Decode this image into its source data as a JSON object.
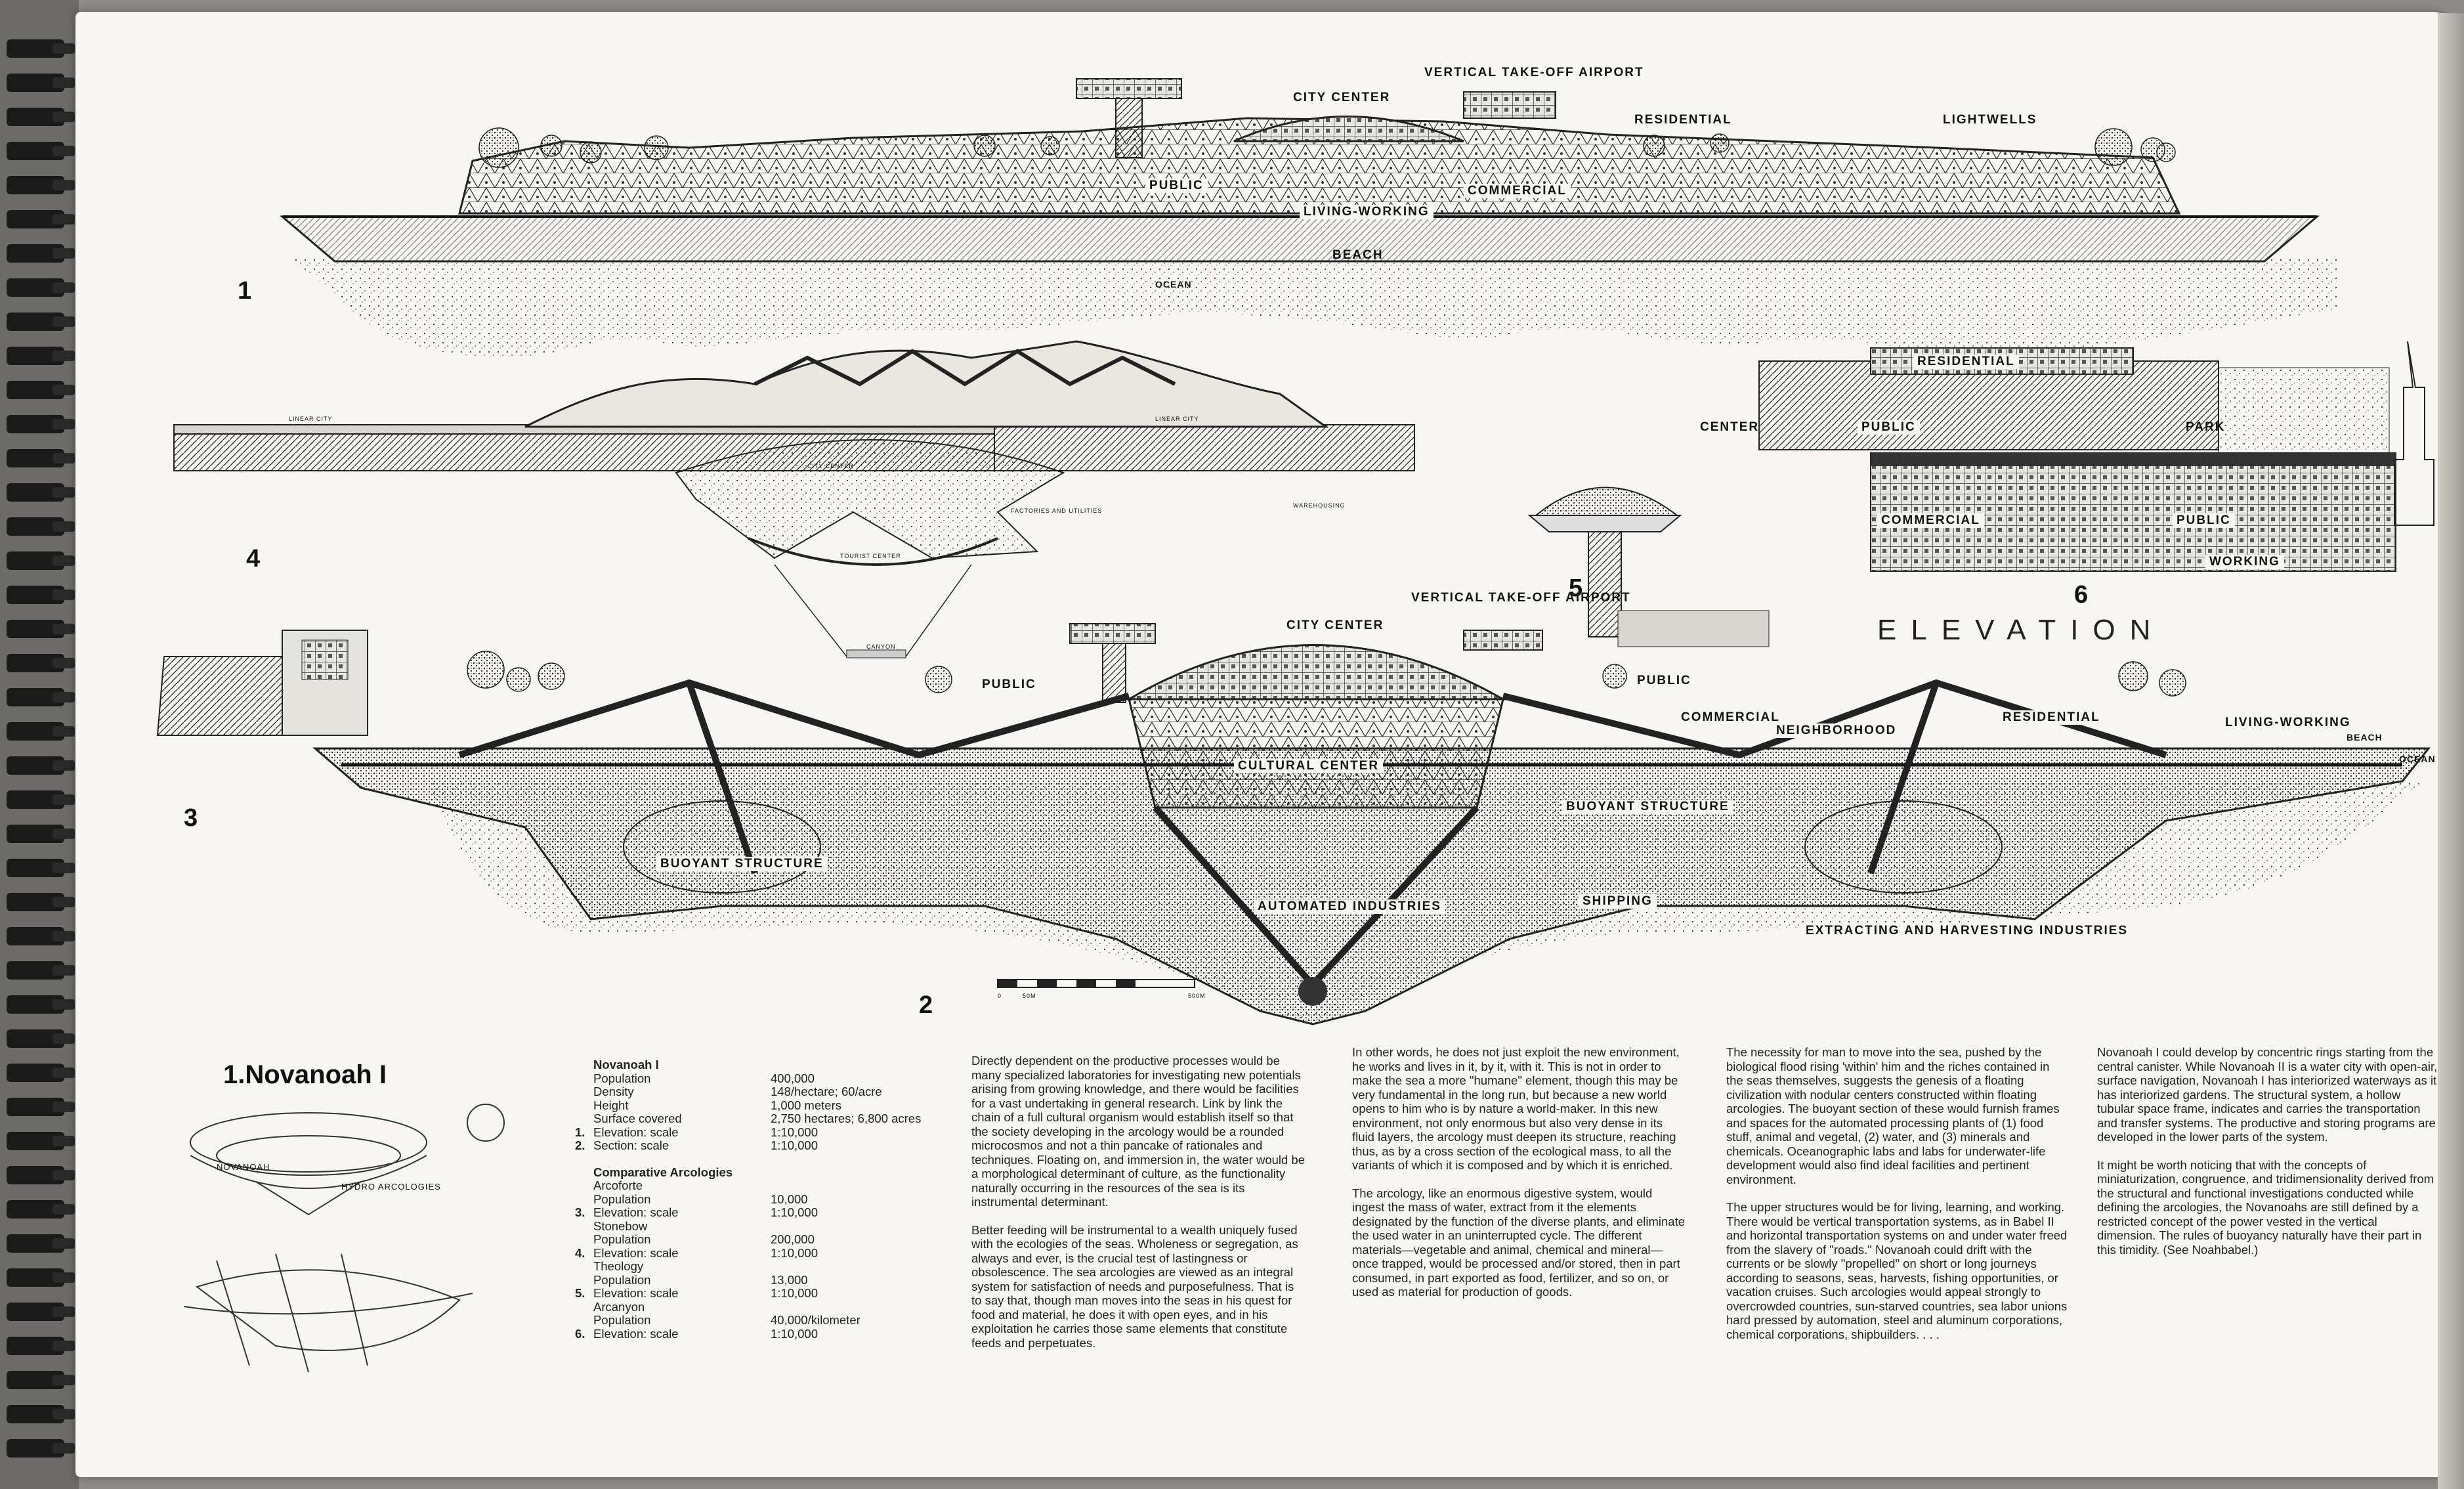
{
  "book": {
    "heading": "1.Novanoah I"
  },
  "figure_numbers": [
    "1",
    "2",
    "3",
    "4",
    "5",
    "6"
  ],
  "labels": {
    "fig1": {
      "vertical_takeoff_airport": "VERTICAL TAKE-OFF AIRPORT",
      "city_center": "CITY CENTER",
      "residential": "RESIDENTIAL",
      "lightwells": "LIGHTWELLS",
      "public": "PUBLIC",
      "commercial": "COMMERCIAL",
      "living_working": "LIVING-WORKING",
      "beach": "BEACH",
      "ocean": "OCEAN"
    },
    "fig4": {
      "linear_city_left": "LINEAR CITY",
      "linear_city_right": "LINEAR CITY",
      "city_center": "CITY CENTER",
      "factories": "FACTORIES AND UTILITIES",
      "warehousing": "WAREHOUSING",
      "tourist_center": "TOURIST CENTER",
      "canyon": "CANYON"
    },
    "fig6": {
      "residential": "RESIDENTIAL",
      "center": "CENTER",
      "public_top": "PUBLIC",
      "park": "PARK",
      "commercial": "COMMERCIAL",
      "public_bottom": "PUBLIC",
      "working": "WORKING",
      "elevation": "ELEVATION"
    },
    "fig2": {
      "vertical_takeoff_airport": "VERTICAL TAKE-OFF AIRPORT",
      "city_center": "CITY CENTER",
      "public_left": "PUBLIC",
      "public_right": "PUBLIC",
      "commercial": "COMMERCIAL",
      "neighborhood": "NEIGHBORHOOD",
      "residential": "RESIDENTIAL",
      "living_working": "LIVING-WORKING",
      "beach": "BEACH",
      "ocean": "OCEAN",
      "cultural_center": "CULTURAL CENTER",
      "buoyant_structure_left": "BUOYANT STRUCTURE",
      "buoyant_structure_right": "BUOYANT STRUCTURE",
      "automated_industries": "AUTOMATED INDUSTRIES",
      "shipping": "SHIPPING",
      "extracting": "EXTRACTING AND HARVESTING INDUSTRIES",
      "scale_0": "0",
      "scale_50": "50M",
      "scale_500": "500M"
    }
  },
  "table": {
    "section1": "Novanoah I",
    "rows1": [
      {
        "n": "",
        "k": "Population",
        "v": "400,000"
      },
      {
        "n": "",
        "k": "Density",
        "v": "148/hectare; 60/acre"
      },
      {
        "n": "",
        "k": "Height",
        "v": "1,000 meters"
      },
      {
        "n": "",
        "k": "Surface covered",
        "v": "2,750 hectares; 6,800 acres"
      },
      {
        "n": "1.",
        "k": "Elevation: scale",
        "v": "1:10,000"
      },
      {
        "n": "2.",
        "k": "Section: scale",
        "v": "1:10,000"
      }
    ],
    "section2": "Comparative Arcologies",
    "rows2": [
      {
        "n": "",
        "k": "Arcoforte",
        "v": ""
      },
      {
        "n": "",
        "k": "Population",
        "v": "10,000"
      },
      {
        "n": "3.",
        "k": "Elevation: scale",
        "v": "1:10,000"
      },
      {
        "n": "",
        "k": "Stonebow",
        "v": ""
      },
      {
        "n": "",
        "k": "Population",
        "v": "200,000"
      },
      {
        "n": "4.",
        "k": "Elevation: scale",
        "v": "1:10,000"
      },
      {
        "n": "",
        "k": "Theology",
        "v": ""
      },
      {
        "n": "",
        "k": "Population",
        "v": "13,000"
      },
      {
        "n": "5.",
        "k": "Elevation: scale",
        "v": "1:10,000"
      },
      {
        "n": "",
        "k": "Arcanyon",
        "v": ""
      },
      {
        "n": "",
        "k": "Population",
        "v": "40,000/kilometer"
      },
      {
        "n": "6.",
        "k": "Elevation: scale",
        "v": "1:10,000"
      }
    ]
  },
  "columns": {
    "col1": [
      "Directly dependent on the productive processes would be many specialized laboratories for investigating new potentials arising from growing knowledge, and there would be facilities for a vast undertaking in general research. Link by link the chain of a full cultural organism would establish itself so that the society developing in the arcology would be a rounded microcosmos and not a thin pancake of rationales and techniques. Floating on, and immersion in, the water would be a morphological determinant of culture, as the functionality naturally occurring in the resources of the sea is its instrumental determinant.",
      "Better feeding will be instrumental to a wealth uniquely fused with the ecologies of the seas. Wholeness or segregation, as always and ever, is the crucial test of lastingness or obsolescence. The sea arcologies are viewed as an integral system for satisfaction of needs and purposefulness. That is to say that, though man moves into the seas in his quest for food and material, he does it with open eyes, and in his exploitation he carries those same elements that constitute feeds and perpetuates."
    ],
    "col2": [
      "In other words, he does not just exploit the new environment, he works and lives in it, by it, with it. This is not in order to make the sea a more \"humane\" element, though this may be very fundamental in the long run, but because a new world opens to him who is by nature a world-maker. In this new environment, not only enormous but also very dense in its fluid layers, the arcology must deepen its structure, reaching thus, as by a cross section of the ecological mass, to all the variants of which it is composed and by which it is enriched.",
      "The arcology, like an enormous digestive system, would ingest the mass of water, extract from it the elements designated by the function of the diverse plants, and eliminate the used water in an uninterrupted cycle. The different materials—vegetable and animal, chemical and mineral—once trapped, would be processed and/or stored, then in part consumed, in part exported as food, fertilizer, and so on, or used as material for production of goods."
    ],
    "col3": [
      "The necessity for man to move into the sea, pushed by the biological flood rising 'within' him and the riches contained in the seas themselves, suggests the genesis of a floating civilization with nodular centers constructed within floating arcologies. The buoyant section of these would furnish frames and spaces for the automated processing plants of (1) food stuff, animal and vegetal, (2) water, and (3) minerals and chemicals. Oceanographic labs and labs for underwater-life development would also find ideal facilities and pertinent environment.",
      "The upper structures would be for living, learning, and working. There would be vertical transportation systems, as in Babel II and horizontal transportation systems on and under water freed from the slavery of \"roads.\" Novanoah could drift with the currents or be slowly \"propelled\" on short or long journeys according to seasons, seas, harvests, fishing opportunities, or vacation cruises. Such arcologies would appeal strongly to overcrowded countries, sun-starved countries, sea labor unions hard pressed by automation, steel and aluminum corporations, chemical corporations, shipbuilders. . . ."
    ],
    "col4": [
      "Novanoah I could develop by concentric rings starting from the central canister. While Novanoah II is a water city with open-air, surface navigation, Novanoah I has interiorized waterways as it has interiorized gardens. The structural system, a hollow tubular space frame, indicates and carries the transportation and transfer systems. The productive and storing programs are developed in the lower parts of the system.",
      "It might be worth noticing that with the concepts of miniaturization, congruence, and tridimensionality derived from the structural and functional investigations conducted while defining the arcologies, the Novanoahs are still defined by a restricted concept of the power vested in the vertical dimension. The rules of buoyancy naturally have their part in this timidity. (See Noahbabel.)"
    ]
  },
  "sketch_notes": {
    "note_a": "NOVANOAH",
    "note_b": "HYDRO ARCOLOGIES"
  }
}
